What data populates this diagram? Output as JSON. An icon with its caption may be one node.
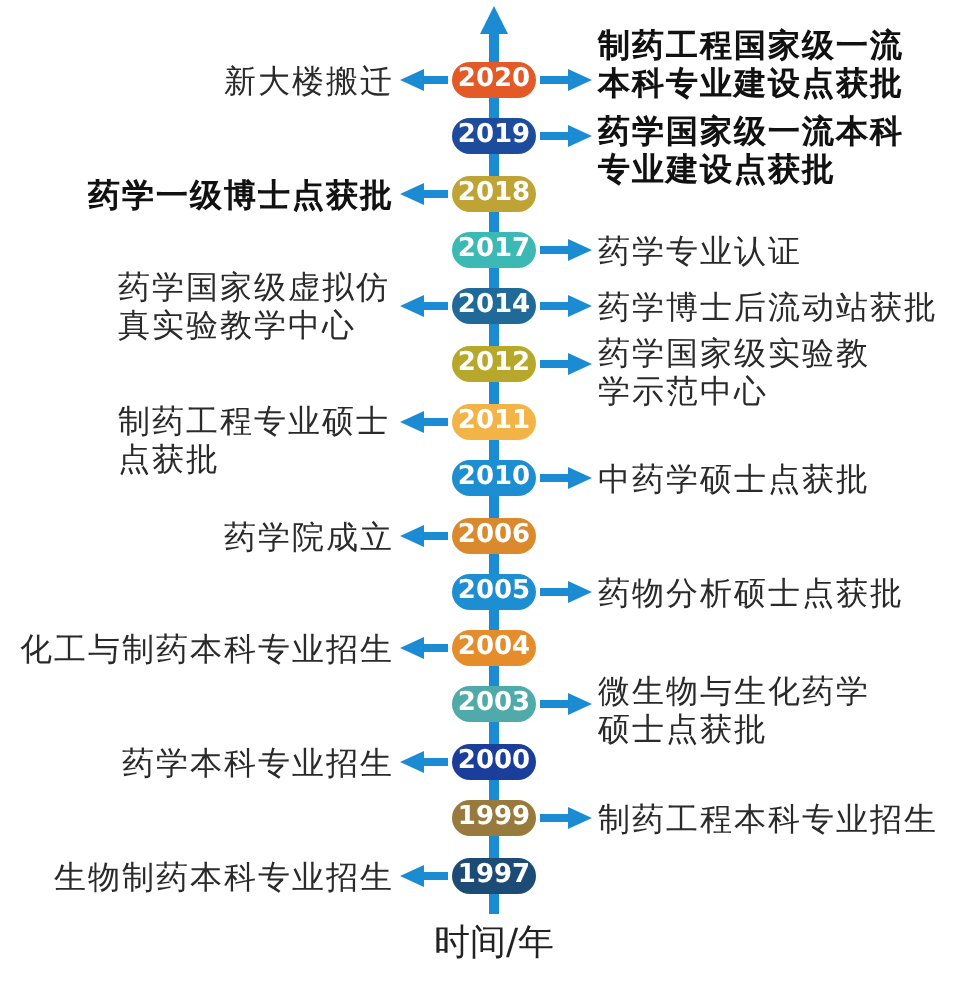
{
  "diagram": {
    "nodes": [
      {
        "text": [
          "新大楼搬迁"
        ]
      },
      {
        "text": [
          "2020"
        ]
      },
      {
        "text": [
          "制药工程国家级一流本科专业建设点获批"
        ]
      },
      {
        "text": [
          "2019"
        ]
      },
      {
        "text": [
          "药学国家级一流本科专业建设点获批"
        ]
      },
      {
        "text": [
          "药学一级博士点获批"
        ]
      },
      {
        "text": [
          "2018"
        ]
      },
      {
        "text": [
          "2017"
        ]
      },
      {
        "text": [
          "药学专业认证"
        ]
      },
      {
        "text": [
          "药学国家级虚拟仿真实验教学中心"
        ]
      },
      {
        "text": [
          "2014"
        ]
      },
      {
        "text": [
          "药学博士后流动站获批"
        ]
      },
      {
        "text": [
          "2012"
        ]
      },
      {
        "text": [
          "药学国家级实验教学示范中心"
        ]
      },
      {
        "text": [
          "制药工程专业硕士点获批"
        ]
      },
      {
        "text": [
          "2011"
        ]
      },
      {
        "text": [
          "2010"
        ]
      },
      {
        "text": [
          "中药学硕士点获批"
        ]
      },
      {
        "text": [
          "药学院成立"
        ]
      },
      {
        "text": [
          "2006"
        ]
      },
      {
        "text": [
          "2005"
        ]
      },
      {
        "text": [
          "药物分析硕士点获批"
        ]
      },
      {
        "text": [
          "化工与制药本科专业招生"
        ]
      },
      {
        "text": [
          "2004"
        ]
      },
      {
        "text": [
          "2003"
        ]
      },
      {
        "text": [
          "微生物与生化药学硕士点获批"
        ]
      },
      {
        "text": [
          "药学本科专业招生"
        ]
      },
      {
        "text": [
          "2000"
        ]
      },
      {
        "text": [
          "1999"
        ]
      },
      {
        "text": [
          "制药工程本科专业招生"
        ]
      },
      {
        "text": [
          "生物制药本科专业招生"
        ]
      },
      {
        "text": [
          "1997"
        ]
      }
    ],
    "edges": [
      {
        "from": 1,
        "to": 0,
        "arrow": "to"
      },
      {
        "from": 1,
        "to": 2,
        "arrow": "to"
      },
      {
        "from": 3,
        "to": 4,
        "arrow": "to"
      },
      {
        "from": 6,
        "to": 5,
        "arrow": "to"
      },
      {
        "from": 7,
        "to": 8,
        "arrow": "to"
      },
      {
        "from": 10,
        "to": 9,
        "arrow": "to"
      },
      {
        "from": 10,
        "to": 11,
        "arrow": "to"
      },
      {
        "from": 12,
        "to": 13,
        "arrow": "to"
      },
      {
        "from": 15,
        "to": 14,
        "arrow": "to"
      },
      {
        "from": 16,
        "to": 17,
        "arrow": "to"
      },
      {
        "from": 19,
        "to": 18,
        "arrow": "to"
      },
      {
        "from": 20,
        "to": 21,
        "arrow": "to"
      },
      {
        "from": 23,
        "to": 22,
        "arrow": "to"
      },
      {
        "from": 24,
        "to": 25,
        "arrow": "to"
      },
      {
        "from": 27,
        "to": 26,
        "arrow": "to"
      },
      {
        "from": 28,
        "to": 29,
        "arrow": "to"
      },
      {
        "from": 31,
        "to": 30,
        "arrow": "to"
      }
    ],
    "labels": [
      "时间/年"
    ]
  }
}
